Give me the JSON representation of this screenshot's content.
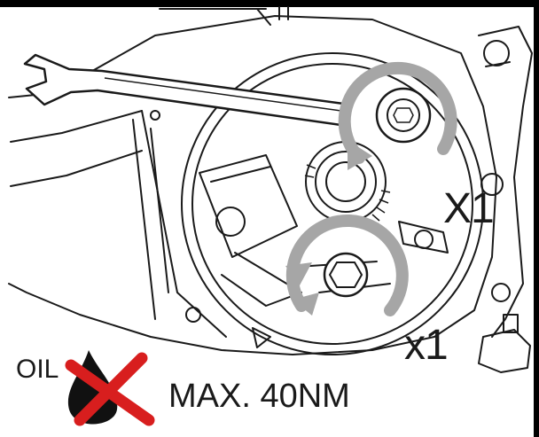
{
  "annotations": {
    "quantity_top": "X1",
    "quantity_bottom": "x1",
    "oil_label": "OIL",
    "torque_label": "MAX. 40NM"
  },
  "colors": {
    "line": "#1a1a1a",
    "arrow": "#a6a6a6",
    "cross": "#d81e1e",
    "oil_drop": "#111111"
  },
  "icons": [
    "wrench-icon",
    "rotation-arrow-icon",
    "oil-drop-icon",
    "red-cross-icon"
  ]
}
